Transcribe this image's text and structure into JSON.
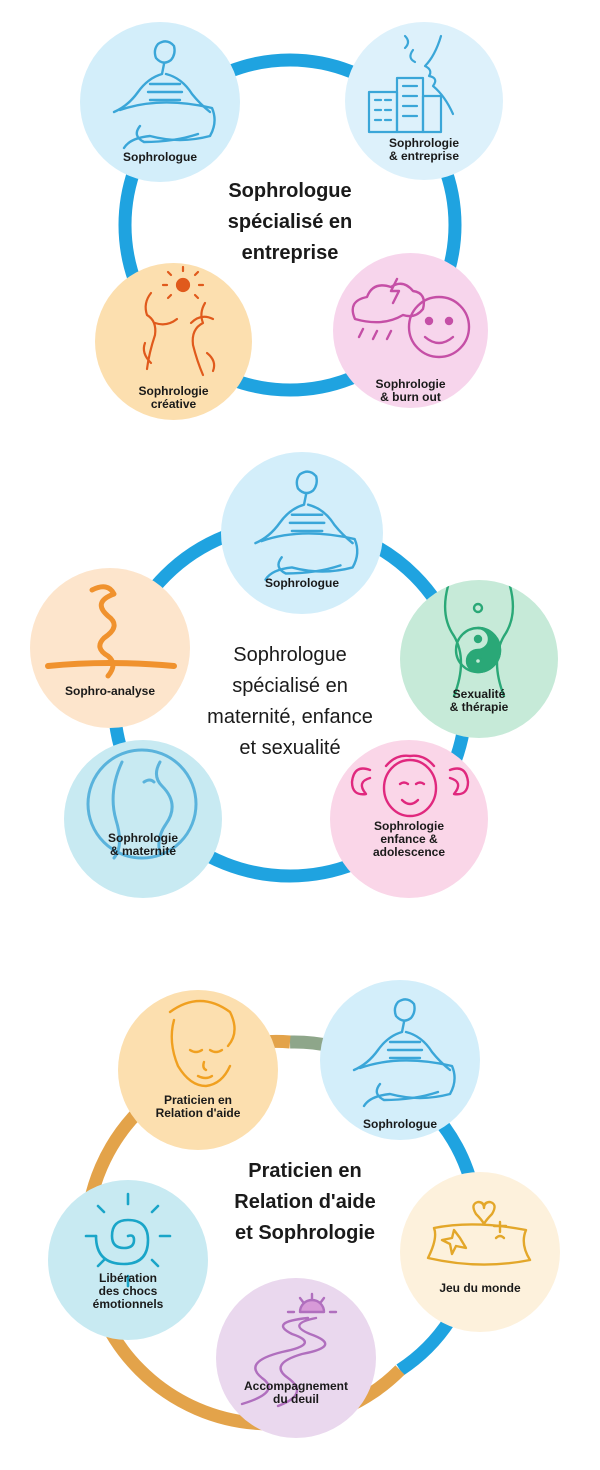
{
  "colors": {
    "ring_blue": "#1fa3e0",
    "ring_orange": "#e3a34a",
    "ring_green": "#8ea68a",
    "circle_blue": "#d3eefa",
    "circle_orange": "#fcdfaf",
    "circle_pink": "#f7d5ec",
    "circle_peach": "#fde5cc",
    "circle_green": "#c6ead8",
    "circle_magenta": "#fad6e8",
    "circle_lightblue": "#ddf1fb",
    "circle_teal": "#c8eaf2",
    "circle_lilac": "#ead8ee",
    "circle_cream": "#fdf1dc"
  },
  "diagram1": {
    "title": "Sophrologue\nspécialisé en\nentreprise",
    "nodes": [
      {
        "label": "Sophrologue",
        "icon": "seated-meditation-icon"
      },
      {
        "label": "Sophrologie\n& entreprise",
        "icon": "city-breath-icon"
      },
      {
        "label": "Sophrologie\ncréative",
        "icon": "dancers-sun-icon"
      },
      {
        "label": "Sophrologie\n& burn out",
        "icon": "storm-smiley-icon"
      }
    ]
  },
  "diagram2": {
    "title": "Sophrologue\nspécialisé en\nmaternité, enfance\net sexualité",
    "nodes": [
      {
        "label": "Sophrologue",
        "icon": "seated-meditation-icon"
      },
      {
        "label": "Sophro-analyse",
        "icon": "flame-line-icon"
      },
      {
        "label": "Sexualité\n& thérapie",
        "icon": "yin-yang-body-icon"
      },
      {
        "label": "Sophrologie\n& maternité",
        "icon": "pregnant-silhouette-icon"
      },
      {
        "label": "Sophrologie\nenfance &\nadolescence",
        "icon": "child-face-icon"
      }
    ]
  },
  "diagram3": {
    "title": "Praticien en\nRelation d'aide\net Sophrologie",
    "nodes": [
      {
        "label": "Praticien en\nRelation d'aide",
        "icon": "serene-face-icon"
      },
      {
        "label": "Sophrologue",
        "icon": "seated-meditation-icon"
      },
      {
        "label": "Libération\ndes chocs\némotionnels",
        "icon": "spiral-sun-icon"
      },
      {
        "label": "Jeu du monde",
        "icon": "sand-tray-icon"
      },
      {
        "label": "Accompagnement\ndu deuil",
        "icon": "winding-path-sunset-icon"
      }
    ]
  }
}
